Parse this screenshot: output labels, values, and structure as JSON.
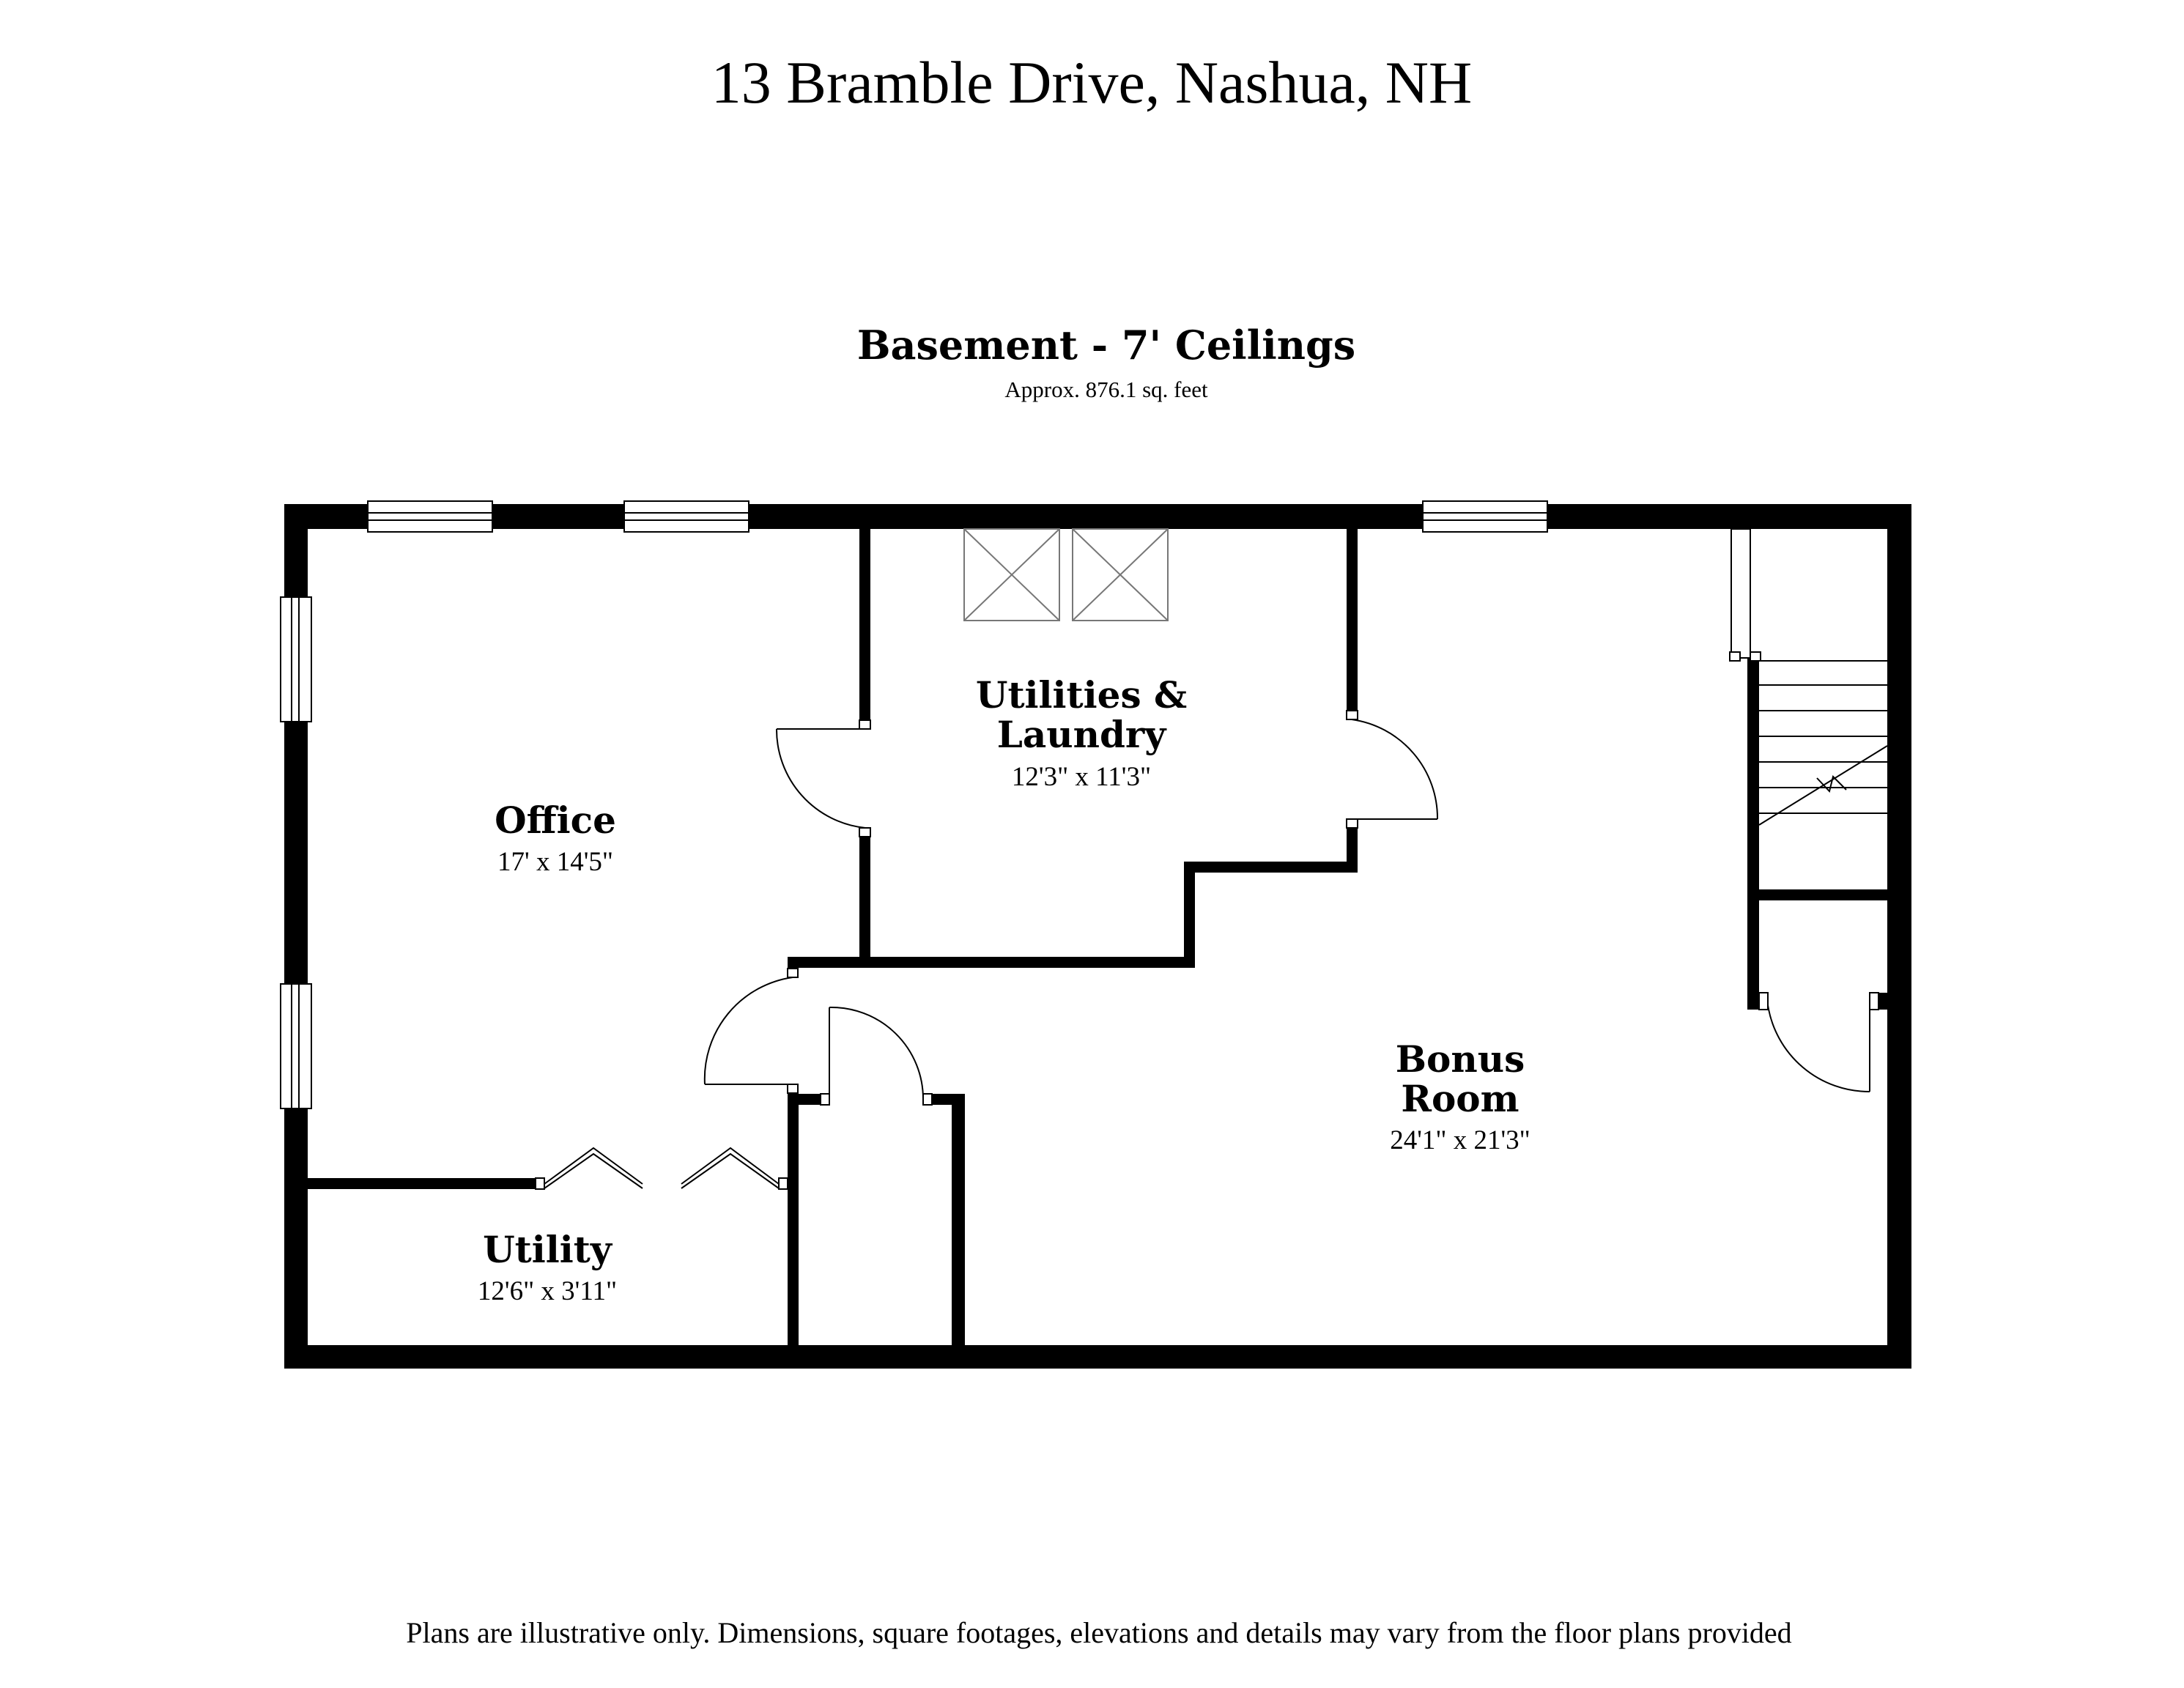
{
  "header": {
    "address": "13 Bramble Drive, Nashua, NH"
  },
  "floor": {
    "title": "Basement - 7' Ceilings",
    "area": "Approx. 876.1 sq. feet"
  },
  "rooms": [
    {
      "name_lines": [
        "Office"
      ],
      "dimensions": "17' x 14'5\""
    },
    {
      "name_lines": [
        "Utilities &",
        "Laundry"
      ],
      "dimensions": "12'3\" x 11'3\""
    },
    {
      "name_lines": [
        "Bonus",
        "Room"
      ],
      "dimensions": "24'1\" x 21'3\""
    },
    {
      "name_lines": [
        "Utility"
      ],
      "dimensions": "12'6\" x 3'11\""
    }
  ],
  "footer": {
    "disclaimer": "Plans are illustrative only. Dimensions, square footages, elevations and details may vary from the floor plans provided"
  }
}
